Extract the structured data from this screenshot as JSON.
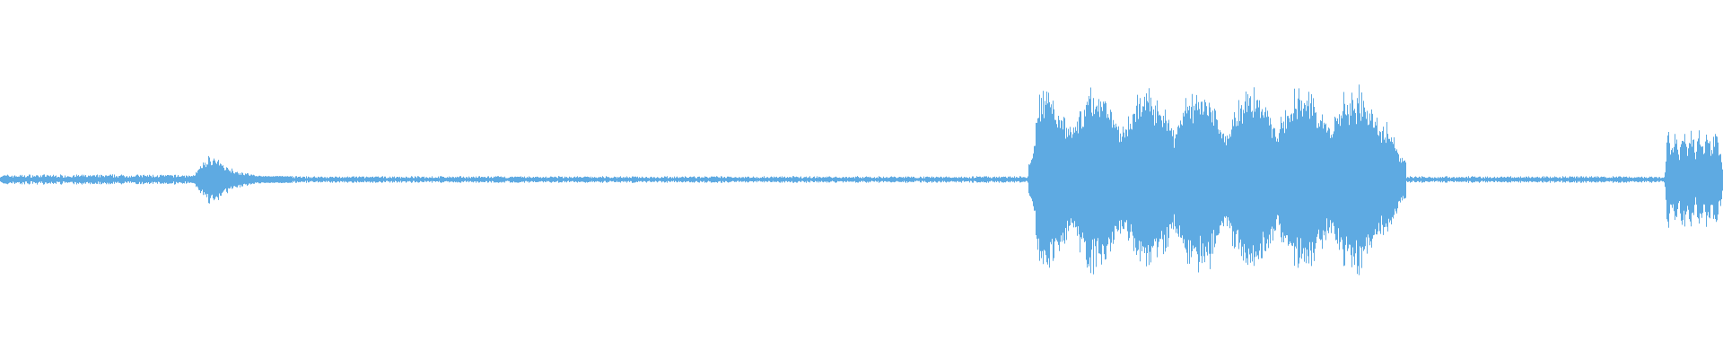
{
  "waveform": {
    "color": "#5EAAE2",
    "background": "#FFFFFF",
    "segments": [
      {
        "kind": "noise",
        "start": 0.0,
        "end": 0.11,
        "peak": 0.03
      },
      {
        "kind": "burst",
        "start": 0.11,
        "end": 0.17,
        "peak": 0.16
      },
      {
        "kind": "noise",
        "start": 0.17,
        "end": 0.597,
        "peak": 0.02
      },
      {
        "kind": "speech",
        "start": 0.597,
        "end": 0.816,
        "peak": 0.55
      },
      {
        "kind": "noise",
        "start": 0.816,
        "end": 0.966,
        "peak": 0.02
      },
      {
        "kind": "speech",
        "start": 0.966,
        "end": 1.0,
        "peak": 0.3
      }
    ]
  }
}
